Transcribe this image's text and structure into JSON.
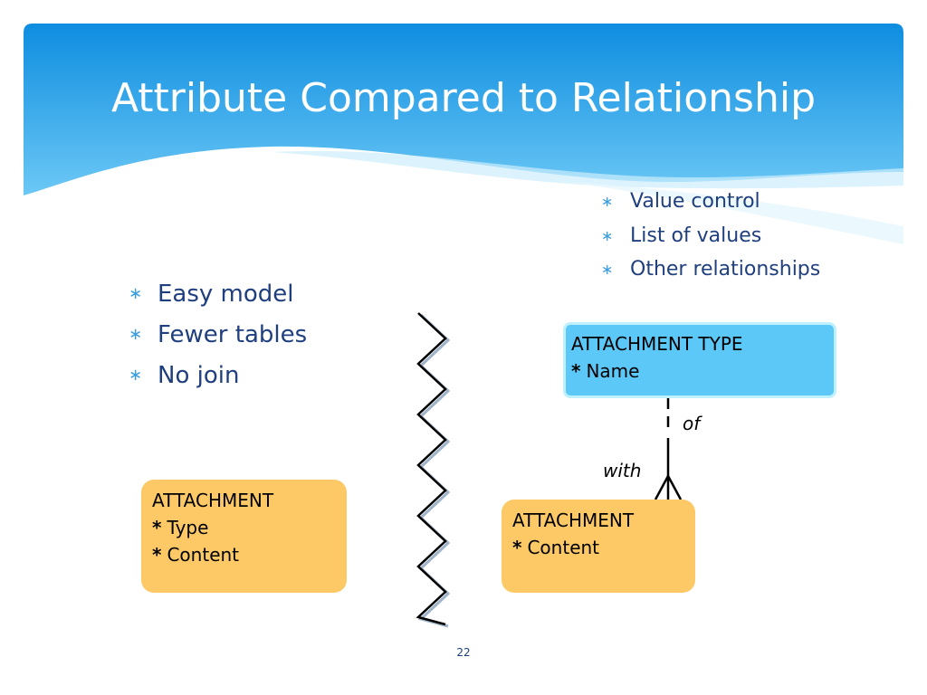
{
  "slide": {
    "title": "Attribute Compared to Relationship",
    "page_number": "22"
  },
  "left_bullets": {
    "items": [
      "Easy model",
      "Fewer tables",
      "No join"
    ]
  },
  "right_bullets": {
    "items": [
      "Value control",
      "List of values",
      "Other relationships"
    ]
  },
  "bullet_glyph": "∗",
  "entities": {
    "attachment_left": {
      "name": "ATTACHMENT",
      "attributes": [
        "Type",
        "Content"
      ]
    },
    "attachment_right": {
      "name": "ATTACHMENT",
      "attributes": [
        "Content"
      ]
    },
    "attachment_type": {
      "name": "ATTACHMENT TYPE",
      "attributes": [
        "Name"
      ]
    }
  },
  "relationship": {
    "label_top": "of",
    "label_bottom": "with"
  },
  "attribute_marker": "*",
  "colors": {
    "header_blue": "#0e8de0",
    "header_light": "#6cc8f5",
    "bullet_text": "#1f3f7f",
    "bullet_mark": "#3b9ee0",
    "entity_orange": "#fcc966",
    "entity_blue": "#5bc8f8"
  },
  "icons": {
    "divider": "zigzag-divider",
    "crowfoot": "crowfoot-connector"
  }
}
